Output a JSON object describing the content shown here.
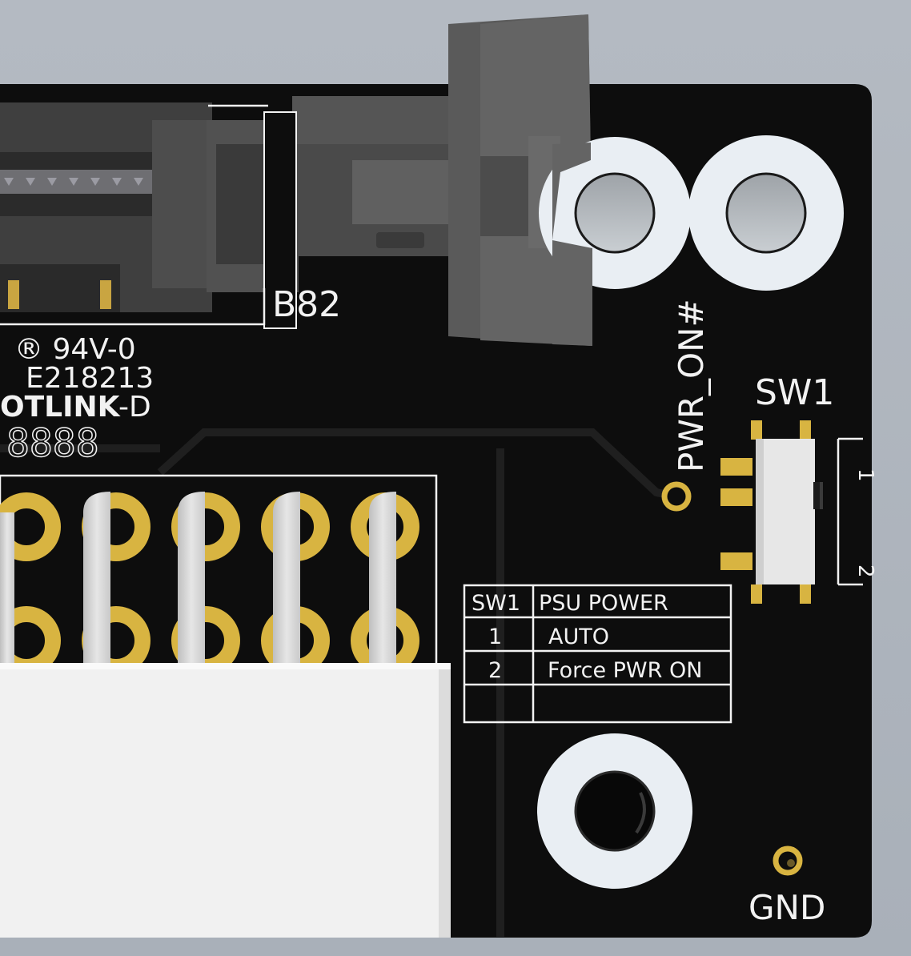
{
  "board": {
    "colors": {
      "background": "#b0b6be",
      "pcb": "#0d0d0d",
      "silkscreen": "#f2f2f2",
      "copper_gold": "#d8b441",
      "mounting_pad": "#e9eef3",
      "connector_plastic": "#4a4a4a",
      "header_housing": "#f1f1f1"
    },
    "labels": {
      "ref_b82": "B82",
      "ul_rating": "® 94V-0",
      "ul_file": "E218213",
      "brand_main": "OTLINK",
      "brand_suffix": "-D",
      "date_code": "8888",
      "pwr_on": "PWR_ON#",
      "sw1": "SW1",
      "switch_pos_1": "1",
      "switch_pos_2": "2",
      "gnd": "GND"
    },
    "switch_table": {
      "headers": [
        "SW1",
        "PSU POWER"
      ],
      "rows": [
        [
          "1",
          "AUTO"
        ],
        [
          "2",
          "Force PWR ON"
        ],
        [
          "",
          ""
        ]
      ]
    }
  }
}
